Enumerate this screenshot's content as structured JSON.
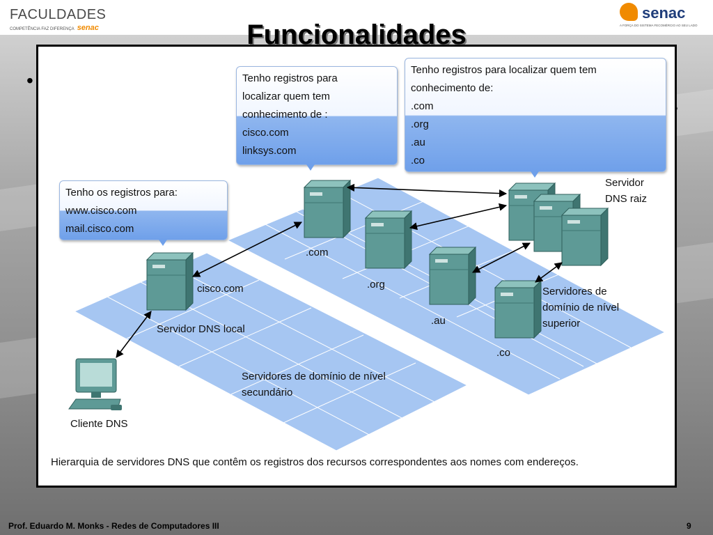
{
  "header": {
    "logo_left": "FACULDADES",
    "logo_left_sub": "COMPETÊNCIA FAZ DIFERENÇA",
    "logo_left_brand": "senac",
    "logo_right_brand": "senac",
    "logo_right_tag": "A FORÇA DO SISTEMA FECOMÉRCIO AO SEU LADO"
  },
  "slide": {
    "title": "Funcionalidades"
  },
  "diagram": {
    "bubbles": [
      {
        "id": "secondary",
        "lines": [
          "Tenho os registros para:",
          "www.cisco.com",
          "mail.cisco.com"
        ]
      },
      {
        "id": "com",
        "lines": [
          "Tenho registros para",
          "localizar quem tem",
          "conhecimento de :",
          "cisco.com",
          "linksys.com"
        ]
      },
      {
        "id": "root",
        "lines": [
          "Tenho registros para localizar quem tem",
          "conhecimento de:",
          ".com",
          ".org",
          ".au",
          ".co"
        ]
      }
    ],
    "labels": {
      "com": ".com",
      "org": ".org",
      "au": ".au",
      "co": ".co",
      "cisco": "cisco.com",
      "local_server": "Servidor DNS local",
      "secondary_domain": "Servidores de domínio de nível secundário",
      "tld": "Servidores de domínio de nível superior",
      "root": "Servidor DNS raiz",
      "client": "Cliente DNS"
    },
    "caption": "Hierarquia de servidores DNS que contêm os registros dos recursos correspondentes aos nomes com endereços."
  },
  "footer": {
    "text": "Prof. Eduardo M. Monks - Redes de Computadores III",
    "page": "9"
  },
  "colors": {
    "plane": "#a6c6f2",
    "server_front": "#5e9a96",
    "server_side": "#3f7571",
    "server_top": "#8dc2bd",
    "bubble_bottom": "#6fa0ea"
  }
}
